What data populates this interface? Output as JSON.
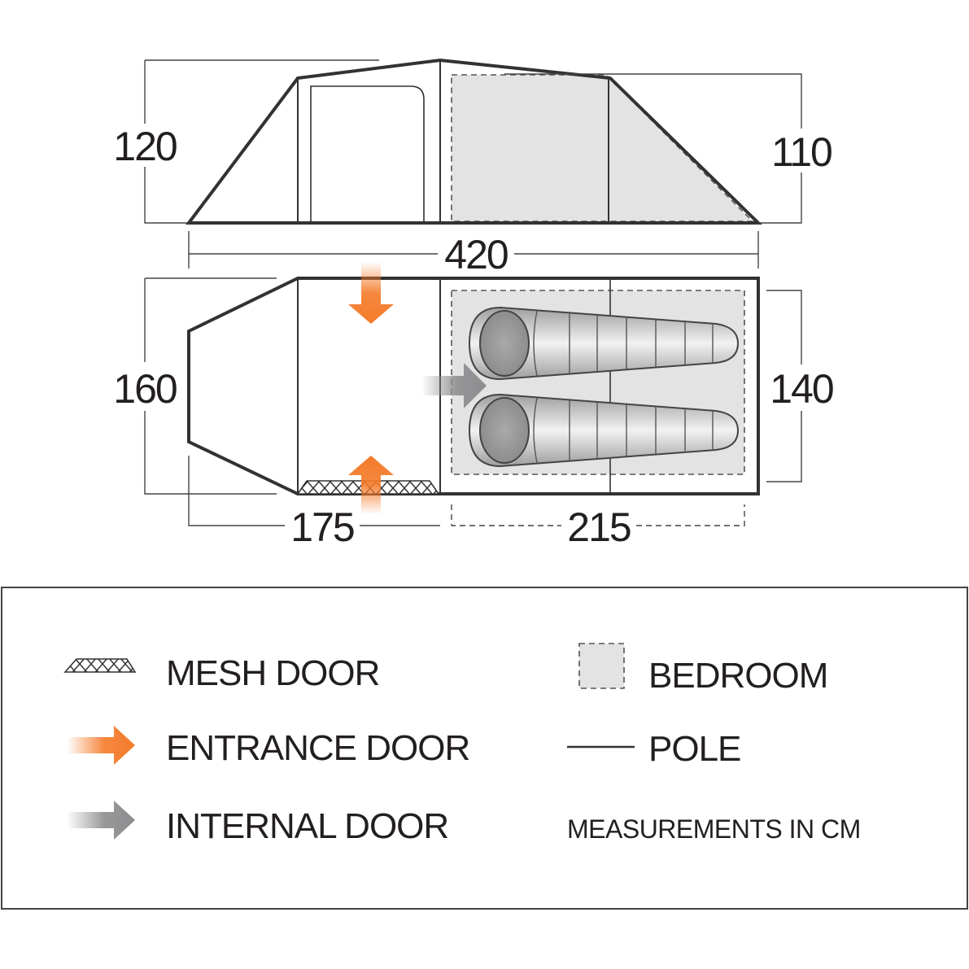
{
  "dimensions": {
    "side_height_living": "120",
    "side_height_bedroom": "110",
    "total_length": "420",
    "plan_width_living": "160",
    "plan_width_bedroom": "140",
    "living_length": "175",
    "bedroom_length": "215"
  },
  "legend": {
    "mesh_door": "MESH DOOR",
    "entrance_door": "ENTRANCE DOOR",
    "internal_door": "INTERNAL DOOR",
    "bedroom": "BEDROOM",
    "pole": "POLE",
    "units_note": "MEASUREMENTS IN CM"
  },
  "colors": {
    "outline": "#333132",
    "bedroom_fill": "#e4e3e4",
    "entrance_arrow": "#f47b2a",
    "internal_arrow": "#8d8d8f",
    "sleeping_bag": "#bdbdbe"
  },
  "icons": {
    "mesh_door": "crosshatch-strip-icon",
    "entrance_door": "orange-arrow-icon",
    "internal_door": "grey-arrow-icon",
    "bedroom": "dashed-square-icon",
    "pole": "line-icon"
  }
}
